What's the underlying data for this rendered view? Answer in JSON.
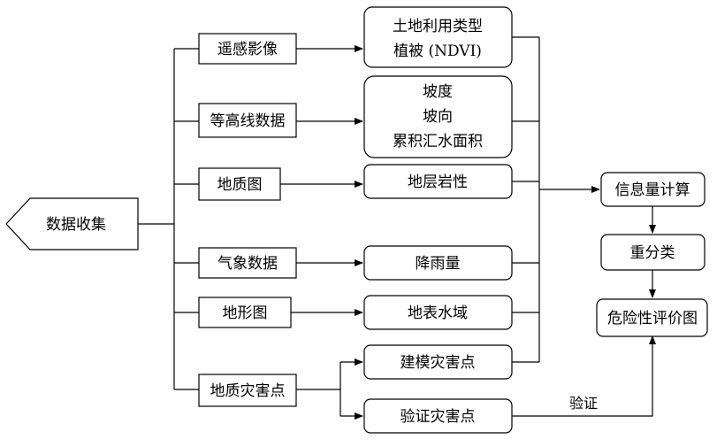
{
  "start": {
    "label": "数据收集"
  },
  "sources": {
    "remote_sensing": "遥感影像",
    "contour": "等高线数据",
    "geology_map": "地质图",
    "meteorology": "气象数据",
    "terrain_map": "地形图",
    "hazard_points": "地质灾害点"
  },
  "factors": {
    "landuse": [
      "土地利用类型",
      "植被 (NDVI)"
    ],
    "terrain": [
      "坡度",
      "坡向",
      "累积汇水面积"
    ],
    "lithology": "地层岩性",
    "rainfall": "降雨量",
    "water": "地表水域",
    "model_points": "建模灾害点",
    "validation_points": "验证灾害点"
  },
  "process": {
    "info_value": "信息量计算",
    "reclassify": "重分类",
    "hazard_map": "危险性评价图"
  },
  "edge_labels": {
    "validation": "验证"
  }
}
